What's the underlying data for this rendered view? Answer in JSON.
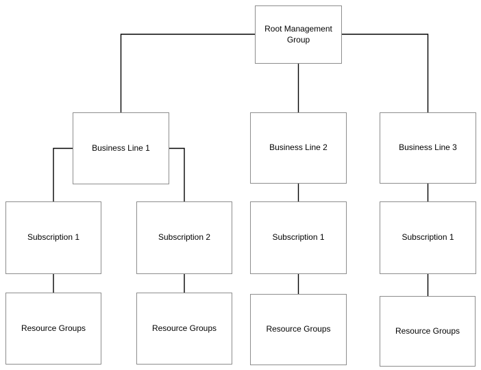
{
  "diagram": {
    "type": "org-hierarchy",
    "colors": {
      "background": "#ffffff",
      "node_fill": "#ffffff",
      "node_border": "#8c8c8c",
      "connector": "#000000",
      "text": "#000000"
    },
    "nodes": {
      "root": {
        "label": "Root Management Group",
        "level": 1
      },
      "bl1": {
        "label": "Business Line 1",
        "level": 2
      },
      "bl2": {
        "label": "Business Line 2",
        "level": 2
      },
      "bl3": {
        "label": "Business Line 3",
        "level": 2
      },
      "sub1a": {
        "label": "Subscription 1",
        "level": 3
      },
      "sub2a": {
        "label": "Subscription 2",
        "level": 3
      },
      "sub1b": {
        "label": "Subscription 1",
        "level": 3
      },
      "sub1c": {
        "label": "Subscription 1",
        "level": 3
      },
      "rg1": {
        "label": "Resource Groups",
        "level": 4
      },
      "rg2": {
        "label": "Resource Groups",
        "level": 4
      },
      "rg3": {
        "label": "Resource Groups",
        "level": 4
      },
      "rg4": {
        "label": "Resource Groups",
        "level": 4
      }
    },
    "edges": [
      {
        "from": "root",
        "to": "bl1"
      },
      {
        "from": "root",
        "to": "bl2"
      },
      {
        "from": "root",
        "to": "bl3"
      },
      {
        "from": "bl1",
        "to": "sub1a"
      },
      {
        "from": "bl1",
        "to": "sub2a"
      },
      {
        "from": "bl2",
        "to": "sub1b"
      },
      {
        "from": "bl3",
        "to": "sub1c"
      },
      {
        "from": "sub1a",
        "to": "rg1"
      },
      {
        "from": "sub2a",
        "to": "rg2"
      },
      {
        "from": "sub1b",
        "to": "rg3"
      },
      {
        "from": "sub1c",
        "to": "rg4"
      }
    ]
  }
}
